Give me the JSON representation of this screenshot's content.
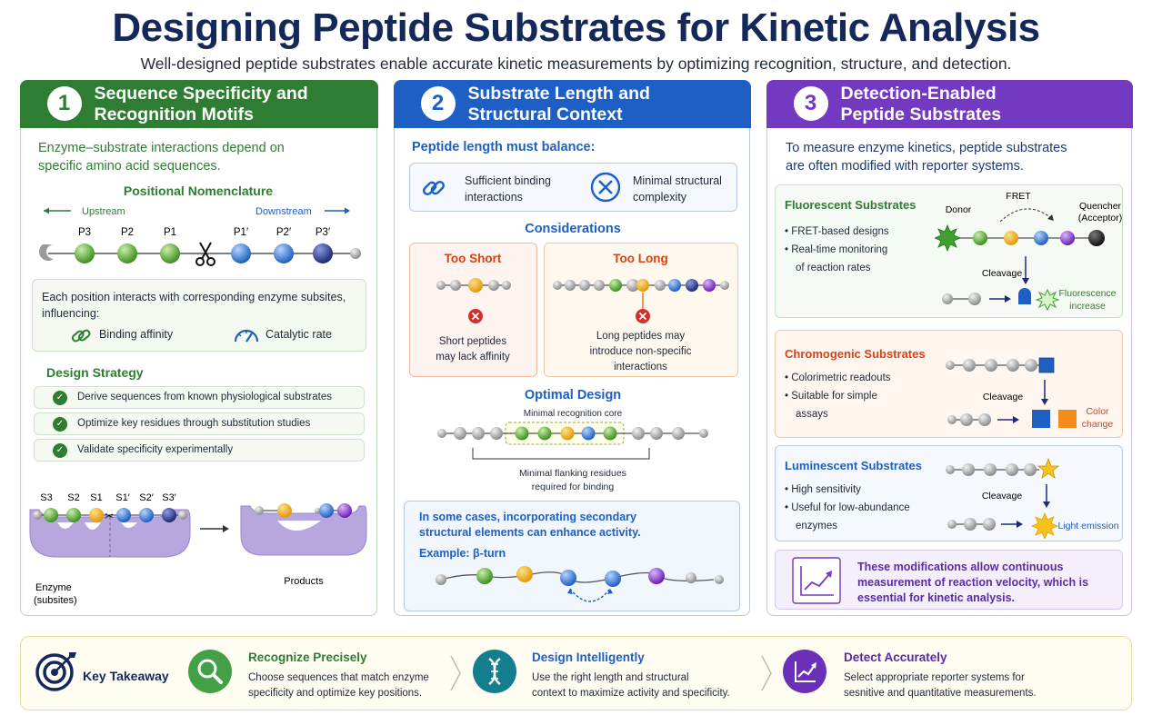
{
  "header": {
    "title": "Designing Peptide Substrates for Kinetic Analysis",
    "subtitle": "Well-designed peptide substrates enable accurate kinetic measurements by optimizing recognition, structure, and detection."
  },
  "panel1": {
    "number": "1",
    "title_line1": "Sequence Specificity and",
    "title_line2": "Recognition Motifs",
    "intro_line1": "Enzyme–substrate interactions depend on",
    "intro_line2": "specific amino acid sequences.",
    "nomenclature_title": "Positional Nomenclature",
    "upstream": "Upstream",
    "downstream": "Downstream",
    "positions": [
      "P3",
      "P2",
      "P1",
      "P1′",
      "P2′",
      "P3′"
    ],
    "subsite_line1": "Each position interacts with corresponding enzyme subsites,",
    "subsite_line2": "influencing:",
    "binding_affinity": "Binding affinity",
    "catalytic_rate": "Catalytic rate",
    "strategy_title": "Design Strategy",
    "strategy_items": [
      "Derive sequences from known physiological substrates",
      "Optimize key residues through substitution studies",
      "Validate specificity experimentally"
    ],
    "subsites": [
      "S3",
      "S2",
      "S1",
      "S1′",
      "S2′",
      "S3′"
    ],
    "enzyme_label_line1": "Enzyme",
    "enzyme_label_line2": "(subsites)",
    "products_label": "Products"
  },
  "panel2": {
    "number": "2",
    "title_line1": "Substrate Length and",
    "title_line2": "Structural Context",
    "balance_text": "Peptide length must balance:",
    "binding_line1": "Sufficient binding",
    "binding_line2": "interactions",
    "complexity_line1": "Minimal structural",
    "complexity_line2": "complexity",
    "considerations_title": "Considerations",
    "too_short_title": "Too Short",
    "too_short_line1": "Short peptides",
    "too_short_line2": "may lack affinity",
    "too_long_title": "Too Long",
    "too_long_line1": "Long peptides may",
    "too_long_line2": "introduce non-specific",
    "too_long_line3": "interactions",
    "optimal_title": "Optimal Design",
    "core_label": "Minimal recognition core",
    "flank_line1": "Minimal flanking residues",
    "flank_line2": "required for binding",
    "secondary_line1": "In some cases, incorporating secondary",
    "secondary_line2": "structural elements can enhance activity.",
    "example_label": "Example: β-turn"
  },
  "panel3": {
    "number": "3",
    "title_line1": "Detection-Enabled",
    "title_line2": "Peptide Substrates",
    "intro_line1": "To measure enzyme kinetics, peptide substrates",
    "intro_line2": "are often modified with reporter systems.",
    "fluor_title": "Fluorescent Substrates",
    "fluor_items": [
      "FRET-based designs",
      "Real-time monitoring",
      "of reaction rates"
    ],
    "fret_label": "FRET",
    "donor_label": "Donor",
    "quencher_line1": "Quencher",
    "quencher_line2": "(Acceptor)",
    "cleavage_label": "Cleavage",
    "fluor_increase_line1": "Fluorescence",
    "fluor_increase_line2": "increase",
    "chromo_title": "Chromogenic Substrates",
    "chromo_items": [
      "Colorimetric readouts",
      "Suitable for simple",
      "assays"
    ],
    "color_change_line1": "Color",
    "color_change_line2": "change",
    "lumi_title": "Luminescent Substrates",
    "lumi_items": [
      "High sensitivity",
      "Useful for low-abundance",
      "enzymes"
    ],
    "light_emission": "Light emission",
    "summary_line1": "These modifications allow continuous",
    "summary_line2": "measurement of reaction velocity, which is",
    "summary_line3": "essential for kinetic analysis."
  },
  "takeaway": {
    "label": "Key Takeaway",
    "items": [
      {
        "title": "Recognize Precisely",
        "line1": "Choose sequences that match enzyme",
        "line2": "specificity and optimize key positions."
      },
      {
        "title": "Design Intelligently",
        "line1": "Use the right length and structural",
        "line2": "context to maximize activity and specificity."
      },
      {
        "title": "Detect Accurately",
        "line1": "Select appropriate reporter systems for",
        "line2": "sesnitive and quantitative measurements."
      }
    ]
  },
  "colors": {
    "green": "#2e7d32",
    "blue": "#1d5fc4",
    "purple": "#7339c0",
    "navy": "#14285a",
    "red": "#d84315",
    "orange": "#e65100"
  }
}
